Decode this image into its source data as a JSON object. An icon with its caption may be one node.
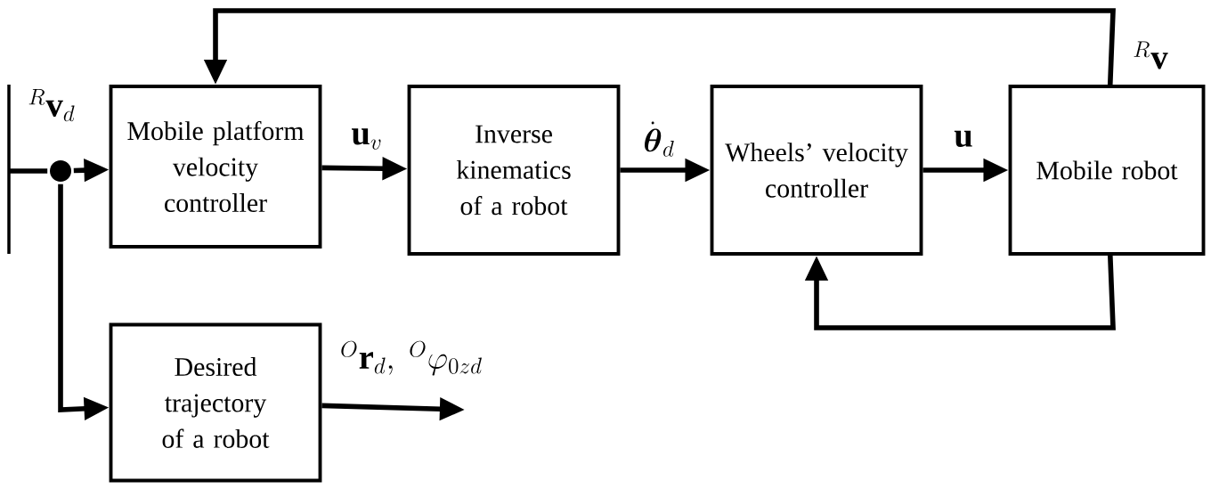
{
  "diagram": {
    "nodes": [
      {
        "text": [
          "Mobile platform velocity controller"
        ]
      },
      {
        "text": [
          "Inverse kinematics of a robot"
        ]
      },
      {
        "text": [
          "Wheels’ velocity controller"
        ]
      },
      {
        "text": [
          "Mobile robot"
        ]
      },
      {
        "text": [
          "Desired trajectory of a robot"
        ]
      },
      {
        "text": [],
        "shape": "circle"
      }
    ],
    "edges": [
      {
        "from": null,
        "to": 5,
        "arrow": "none"
      },
      {
        "from": 5,
        "to": 0,
        "arrow": "to",
        "label": "^{R}\\mathbf{v}_{d}"
      },
      {
        "from": 5,
        "to": 4,
        "arrow": "to"
      },
      {
        "from": 0,
        "to": 1,
        "arrow": "to",
        "label": "\\mathbf{u}_{v}"
      },
      {
        "from": 1,
        "to": 2,
        "arrow": "to",
        "label": "\\dot{\\boldsymbol{\\theta}}_{d}"
      },
      {
        "from": 2,
        "to": 3,
        "arrow": "to",
        "label": "\\mathbf{u}"
      },
      {
        "from": 3,
        "to": 0,
        "arrow": "to",
        "label": "^{R}\\mathbf{v}"
      },
      {
        "from": 3,
        "to": 2,
        "arrow": "to"
      },
      {
        "from": 4,
        "to": null,
        "arrow": "to",
        "label": "^{O}\\mathbf{r}_{d},\\ ^{O}\\varphi_{0zd}"
      }
    ]
  }
}
